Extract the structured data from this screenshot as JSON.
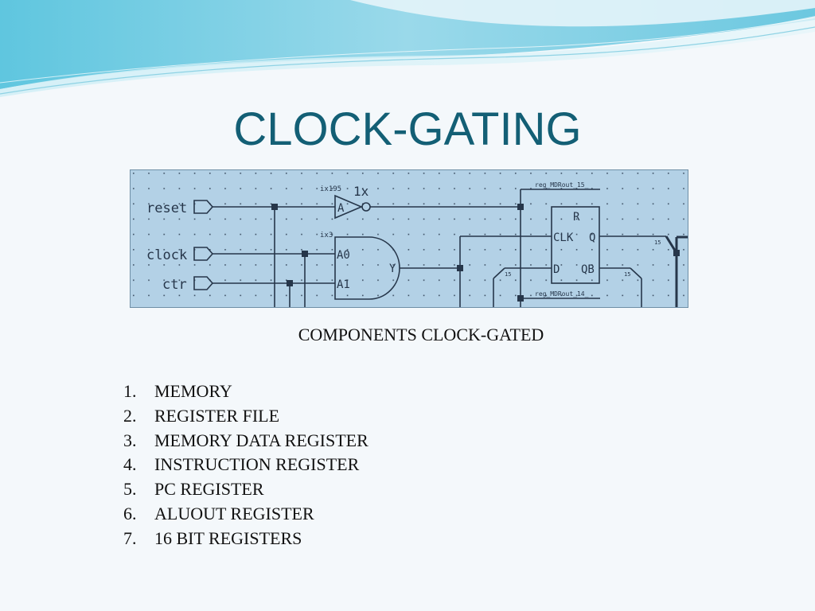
{
  "slide": {
    "title": "CLOCK-GATING",
    "caption": "COMPONENTS CLOCK-GATED",
    "list_items": [
      {
        "num": "1.",
        "label": "MEMORY"
      },
      {
        "num": "2.",
        "label": "REGISTER FILE"
      },
      {
        "num": "3.",
        "label": "MEMORY DATA REGISTER"
      },
      {
        "num": "4.",
        "label": "INSTRUCTION REGISTER"
      },
      {
        "num": "5.",
        "label": "PC REGISTER"
      },
      {
        "num": "6.",
        "label": "ALUOUT REGISTER"
      },
      {
        "num": "7.",
        "label": "16 BIT REGISTERS"
      }
    ]
  },
  "schematic": {
    "ports": {
      "reset": "reset",
      "clock": "clock",
      "ctr": "ctr"
    },
    "inverter": {
      "instance": "ix195",
      "size": "1x",
      "pin_a": "A"
    },
    "and_gate": {
      "instance": "ix3",
      "pin_a0": "A0",
      "pin_a1": "A1",
      "pin_y": "Y"
    },
    "flipflop": {
      "pin_r": "R",
      "pin_clk": "CLK",
      "pin_q": "Q",
      "pin_d": "D",
      "pin_qb": "QB"
    },
    "net_labels": {
      "top": "reg_MDRout_15_",
      "bottom": "reg_MDRout_14_"
    },
    "bus_widths": {
      "b1": "15",
      "b2": "15",
      "b3": "15"
    }
  },
  "colors": {
    "title": "#135f75",
    "schematic_bg": "#b3d1e6",
    "wire": "#26364a"
  }
}
